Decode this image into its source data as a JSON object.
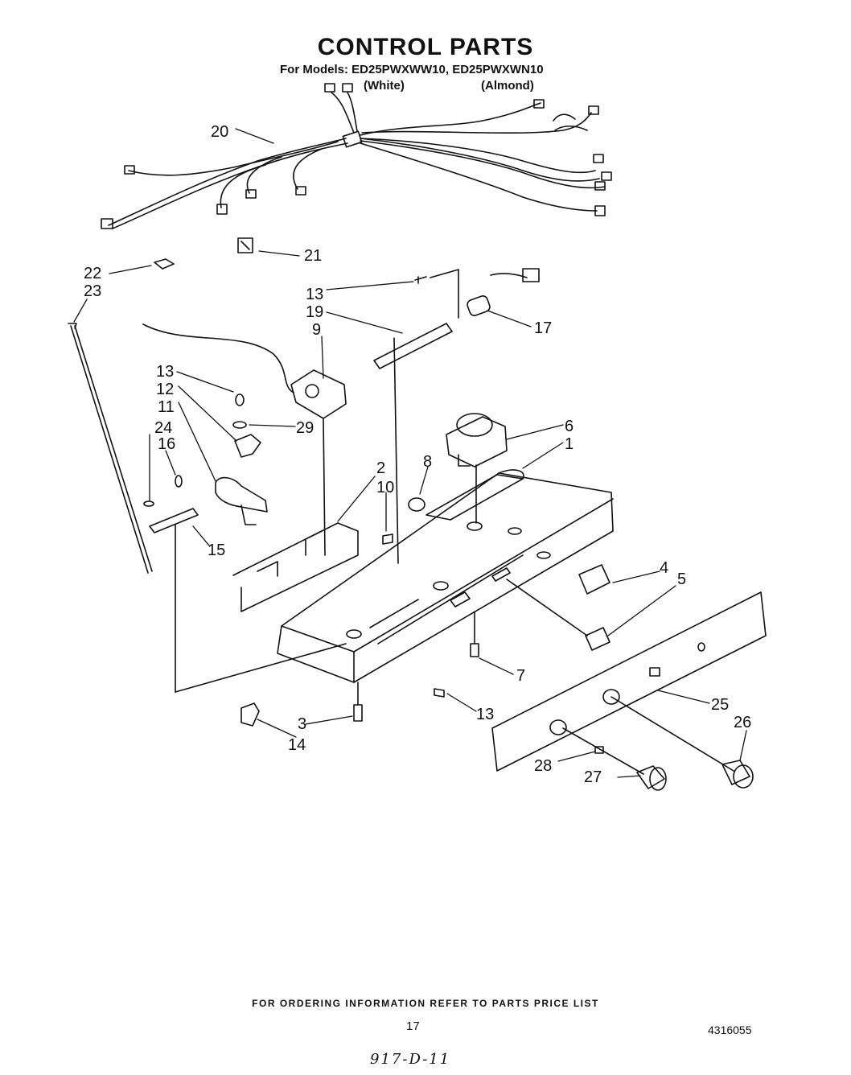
{
  "header": {
    "title": "CONTROL PARTS",
    "models_line": "For Models: ED25PWXWW10, ED25PWXWN10",
    "variants": [
      "(White)",
      "(Almond)"
    ]
  },
  "callouts": [
    "20",
    "21",
    "22",
    "23",
    "13",
    "19",
    "9",
    "17",
    "13",
    "12",
    "11",
    "29",
    "24",
    "16",
    "6",
    "1",
    "8",
    "2",
    "10",
    "15",
    "4",
    "5",
    "7",
    "13",
    "3",
    "14",
    "25",
    "26",
    "28",
    "27"
  ],
  "footer": {
    "ordering_note": "FOR ORDERING INFORMATION REFER TO PARTS PRICE LIST",
    "page_number": "17",
    "document_number": "4316055",
    "handwritten_note": "917-D-11"
  }
}
